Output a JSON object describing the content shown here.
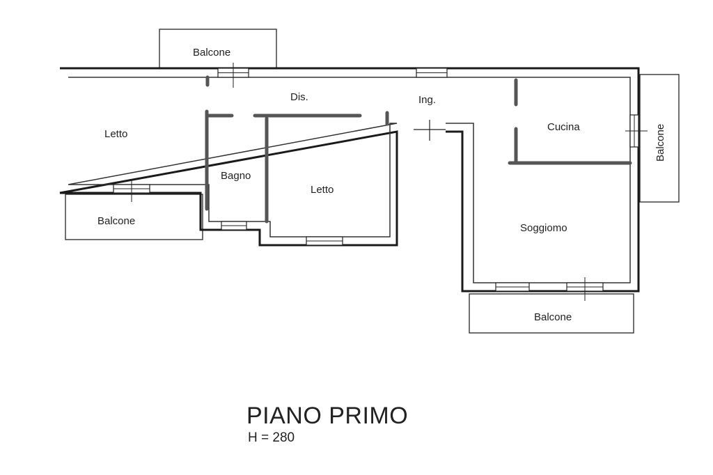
{
  "floor_title": "PIANO PRIMO",
  "floor_height": "H = 280",
  "rooms": {
    "balcone_top": "Balcone",
    "dis": "Dis.",
    "ing": "Ing.",
    "letto_left": "Letto",
    "bagno": "Bagno",
    "letto_center": "Letto",
    "cucina": "Cucina",
    "balcone_right": "Balcone",
    "balcone_left": "Balcone",
    "soggiorno": "Soggiomo",
    "balcone_bottom": "Balcone"
  }
}
